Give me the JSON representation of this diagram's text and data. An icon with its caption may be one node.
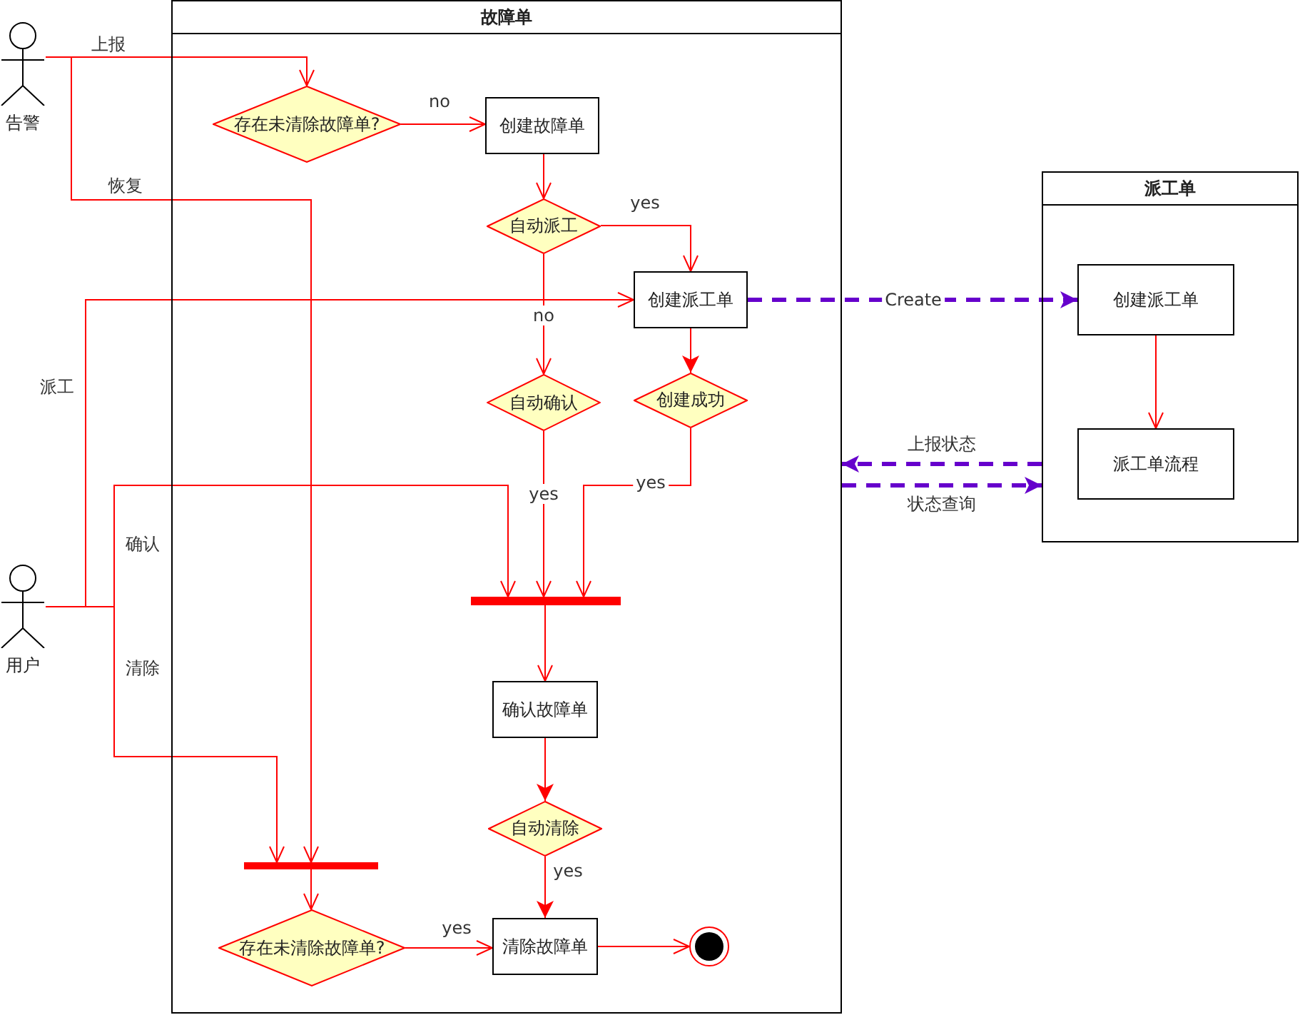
{
  "diagram": {
    "nodes": [
      {
        "text": [
          "告警"
        ]
      },
      {
        "text": [
          "故障单"
        ]
      },
      {
        "text": [
          "存在未清除故障单?"
        ],
        "in": 1
      },
      {
        "text": [
          "创建故障单"
        ],
        "in": 1
      },
      {
        "text": [
          "自动派工"
        ],
        "in": 1
      },
      {
        "text": [
          "创建派工单"
        ],
        "in": 1
      },
      {
        "text": [
          "自动确认"
        ],
        "in": 1
      },
      {
        "text": [
          "创建成功"
        ],
        "in": 1
      },
      {
        "text": [
          "用户"
        ]
      },
      {
        "text": [],
        "shape": "bar",
        "in": 1
      },
      {
        "text": [
          "确认故障单"
        ],
        "in": 1
      },
      {
        "text": [
          "自动清除"
        ],
        "in": 1
      },
      {
        "text": [],
        "shape": "bar",
        "in": 1
      },
      {
        "text": [
          "存在未清除故障单?"
        ],
        "in": 1
      },
      {
        "text": [
          "清除故障单"
        ],
        "in": 1
      },
      {
        "text": [],
        "shape": "circle",
        "in": 1
      },
      {
        "text": [
          "派工单"
        ]
      },
      {
        "text": [
          "创建派工单"
        ],
        "in": 16
      },
      {
        "text": [
          "派工单流程"
        ],
        "in": 16
      }
    ],
    "edges": [
      {
        "from": 0,
        "to": 2,
        "arrow": "to",
        "label": "上报"
      },
      {
        "from": 0,
        "to": 12,
        "arrow": "to",
        "label": "恢复"
      },
      {
        "from": 2,
        "to": 3,
        "arrow": "to",
        "label": "no"
      },
      {
        "from": 3,
        "to": 4,
        "arrow": "to"
      },
      {
        "from": 4,
        "to": 5,
        "arrow": "to",
        "label": "yes"
      },
      {
        "from": 4,
        "to": 6,
        "arrow": "to",
        "label": "no"
      },
      {
        "from": 8,
        "to": 5,
        "arrow": "to",
        "label": "派工"
      },
      {
        "from": 5,
        "to": 7,
        "arrow": "to"
      },
      {
        "from": 8,
        "to": 9,
        "arrow": "to",
        "label": "确认"
      },
      {
        "from": 6,
        "to": 9,
        "arrow": "to",
        "label": "yes"
      },
      {
        "from": 7,
        "to": 9,
        "arrow": "to",
        "label": "yes"
      },
      {
        "from": 9,
        "to": 10,
        "arrow": "to"
      },
      {
        "from": 10,
        "to": 11,
        "arrow": "to"
      },
      {
        "from": 8,
        "to": 12,
        "arrow": "to",
        "label": "清除"
      },
      {
        "from": 12,
        "to": 13,
        "arrow": "to"
      },
      {
        "from": 11,
        "to": 14,
        "arrow": "to",
        "label": "yes"
      },
      {
        "from": 13,
        "to": 14,
        "arrow": "to",
        "label": "yes"
      },
      {
        "from": 14,
        "to": 15,
        "arrow": "to"
      },
      {
        "from": 5,
        "to": 17,
        "arrow": "to",
        "label": "Create",
        "style": "dashed",
        "color": "#6600cc"
      },
      {
        "from": 16,
        "to": 1,
        "arrow": "to",
        "label": "上报状态",
        "style": "dashed",
        "color": "#6600cc"
      },
      {
        "from": 1,
        "to": 16,
        "arrow": "to",
        "label": "状态查询",
        "style": "dashed",
        "color": "#6600cc"
      },
      {
        "from": 17,
        "to": 18,
        "arrow": "to"
      }
    ]
  }
}
